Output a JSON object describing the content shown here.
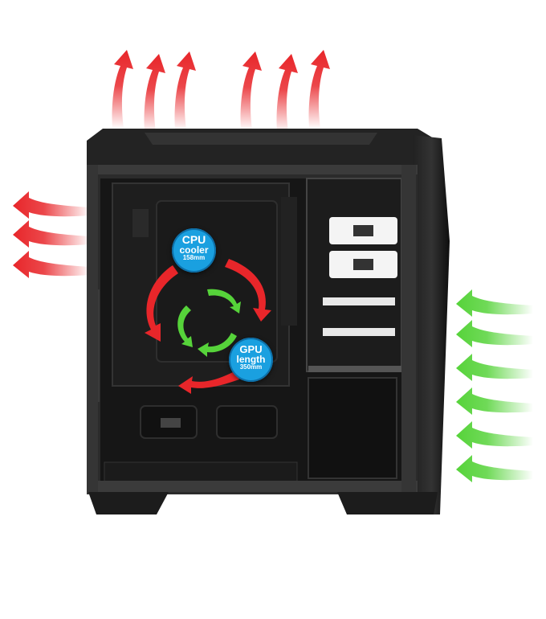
{
  "product": {
    "cpu_badge": {
      "title": "CPU",
      "line2": "cooler",
      "value": "158mm"
    },
    "gpu_badge": {
      "title": "GPU",
      "line2": "length",
      "value": "350mm"
    }
  },
  "colors": {
    "exhaust_arrow": "#e8262a",
    "intake_arrow": "#56d33a",
    "case_body": "#1b1b1b",
    "badge": "#1aa0e0"
  },
  "icons": {
    "exhaust": "curved-arrow-up-red",
    "exhaust_side": "curved-arrow-left-red",
    "intake": "curved-arrow-left-green",
    "airflow_cycle": "circular-airflow-arrows"
  }
}
